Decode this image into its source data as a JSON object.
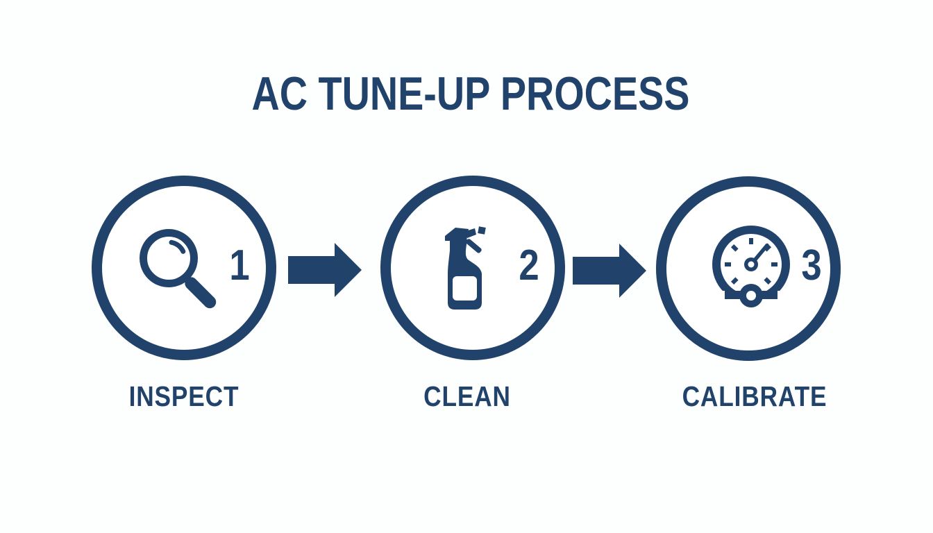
{
  "title": "AC TUNE-UP PROCESS",
  "colors": {
    "navy": "#21436b",
    "bg": "#fdfefe"
  },
  "steps": [
    {
      "number": "1",
      "label": "INSPECT",
      "icon": "magnifier-icon"
    },
    {
      "number": "2",
      "label": "CLEAN",
      "icon": "spray-bottle-icon"
    },
    {
      "number": "3",
      "label": "CALIBRATE",
      "icon": "gauge-icon"
    }
  ],
  "connectors": [
    {
      "type": "arrow-right"
    },
    {
      "type": "arrow-right"
    }
  ]
}
